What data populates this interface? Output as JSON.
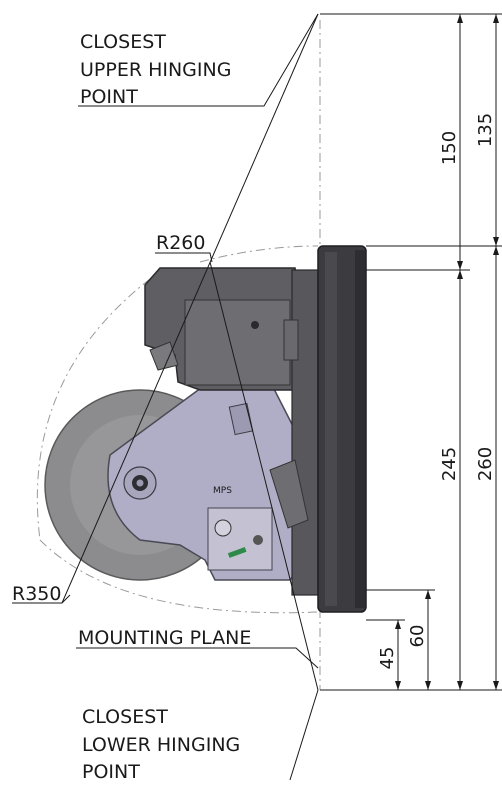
{
  "labels": {
    "upper_hinge": [
      "CLOSEST",
      "UPPER HINGING",
      "POINT"
    ],
    "lower_hinge": [
      "CLOSEST",
      "LOWER HINGING",
      "POINT"
    ],
    "mounting_plane": "MOUNTING PLANE",
    "radius_inner": "R260",
    "radius_outer": "R350"
  },
  "dimensions": {
    "d150": "150",
    "d135": "135",
    "d245": "245",
    "d260": "260",
    "d45": "45",
    "d60": "60"
  },
  "device_label": "MPS"
}
